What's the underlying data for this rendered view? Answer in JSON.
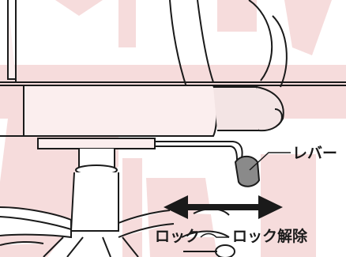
{
  "labels": {
    "lever": "レバー",
    "lock": "ロック",
    "unlock": "ロック解除"
  },
  "colors": {
    "background": "#ffffff",
    "watermark": "#f6dcdc",
    "line": "#1a1a1a",
    "seat_fill": "#fbeeee",
    "seat_shade": "#f3e4e4",
    "lever_grip": "#8a8a8a",
    "lever_arm": "#9a9a9a"
  },
  "watermark": {
    "description_icon": "watermark-logo-icon"
  }
}
